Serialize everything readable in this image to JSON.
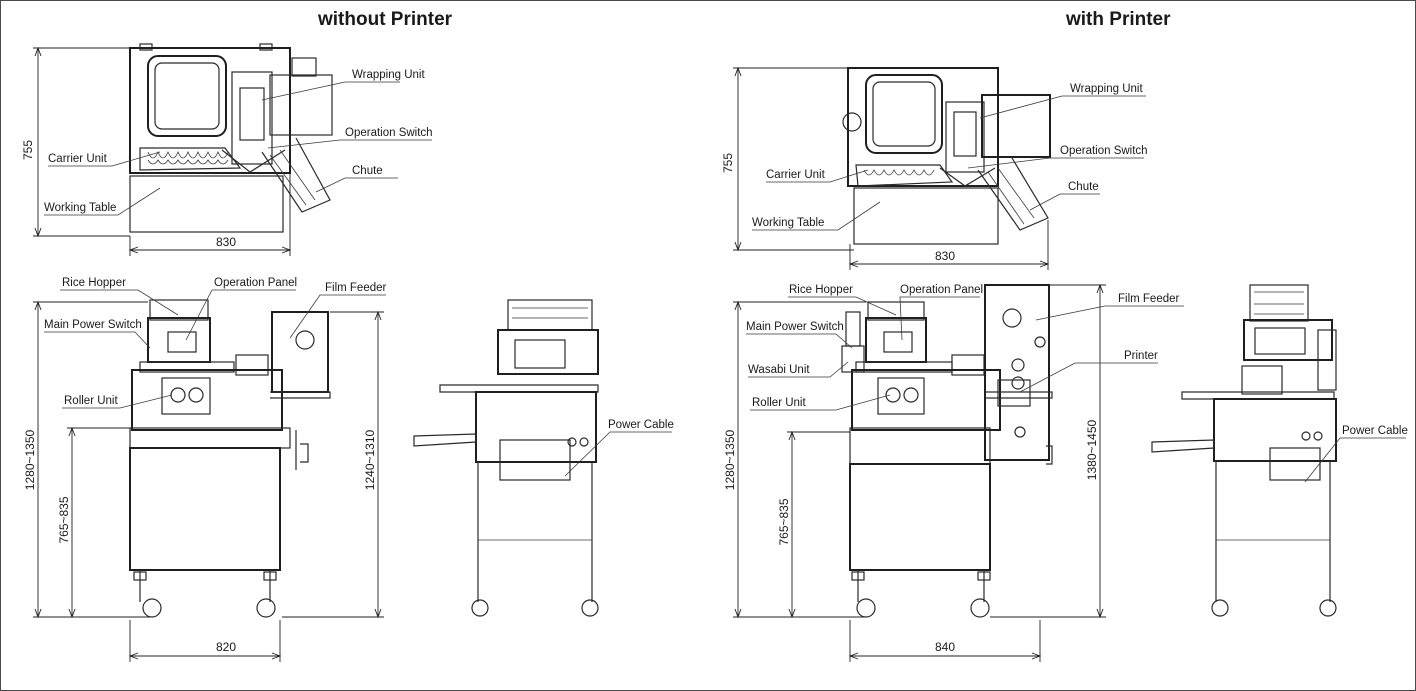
{
  "sections": {
    "left": {
      "title": "without Printer"
    },
    "right": {
      "title": "with Printer"
    }
  },
  "labels": {
    "wrapping_unit": "Wrapping Unit",
    "operation_switch": "Operation Switch",
    "carrier_unit": "Carrier Unit",
    "chute": "Chute",
    "working_table": "Working Table",
    "rice_hopper": "Rice Hopper",
    "operation_panel": "Operation Panel",
    "film_feeder": "Film Feeder",
    "main_power_switch": "Main Power Switch",
    "roller_unit": "Roller Unit",
    "power_cable": "Power Cable",
    "wasabi_unit": "Wasabi Unit",
    "printer": "Printer"
  },
  "dimensions": {
    "left": {
      "top_height": "755",
      "top_width": "830",
      "front_height_total": "1280~1350",
      "front_height_table": "765~835",
      "front_height_feeder": "1240~1310",
      "front_width": "820"
    },
    "right": {
      "top_height": "755",
      "top_width": "830",
      "front_height_total": "1280~1350",
      "front_height_table": "765~835",
      "front_height_feeder": "1380~1450",
      "front_width": "840"
    }
  }
}
